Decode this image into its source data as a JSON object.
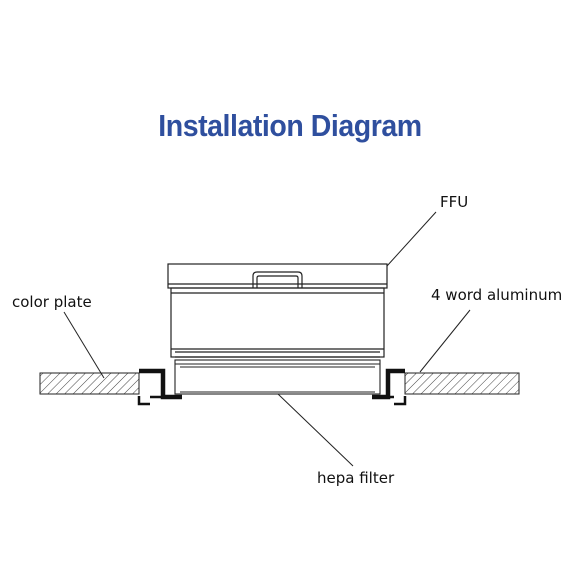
{
  "title": "Installation Diagram",
  "colors": {
    "title": "#2f4f9e",
    "line": "#222222"
  },
  "labels": {
    "ffu": "FFU",
    "color_plate": "color plate",
    "aluminum": "4 word aluminum",
    "hepa_filter": "hepa filter"
  }
}
